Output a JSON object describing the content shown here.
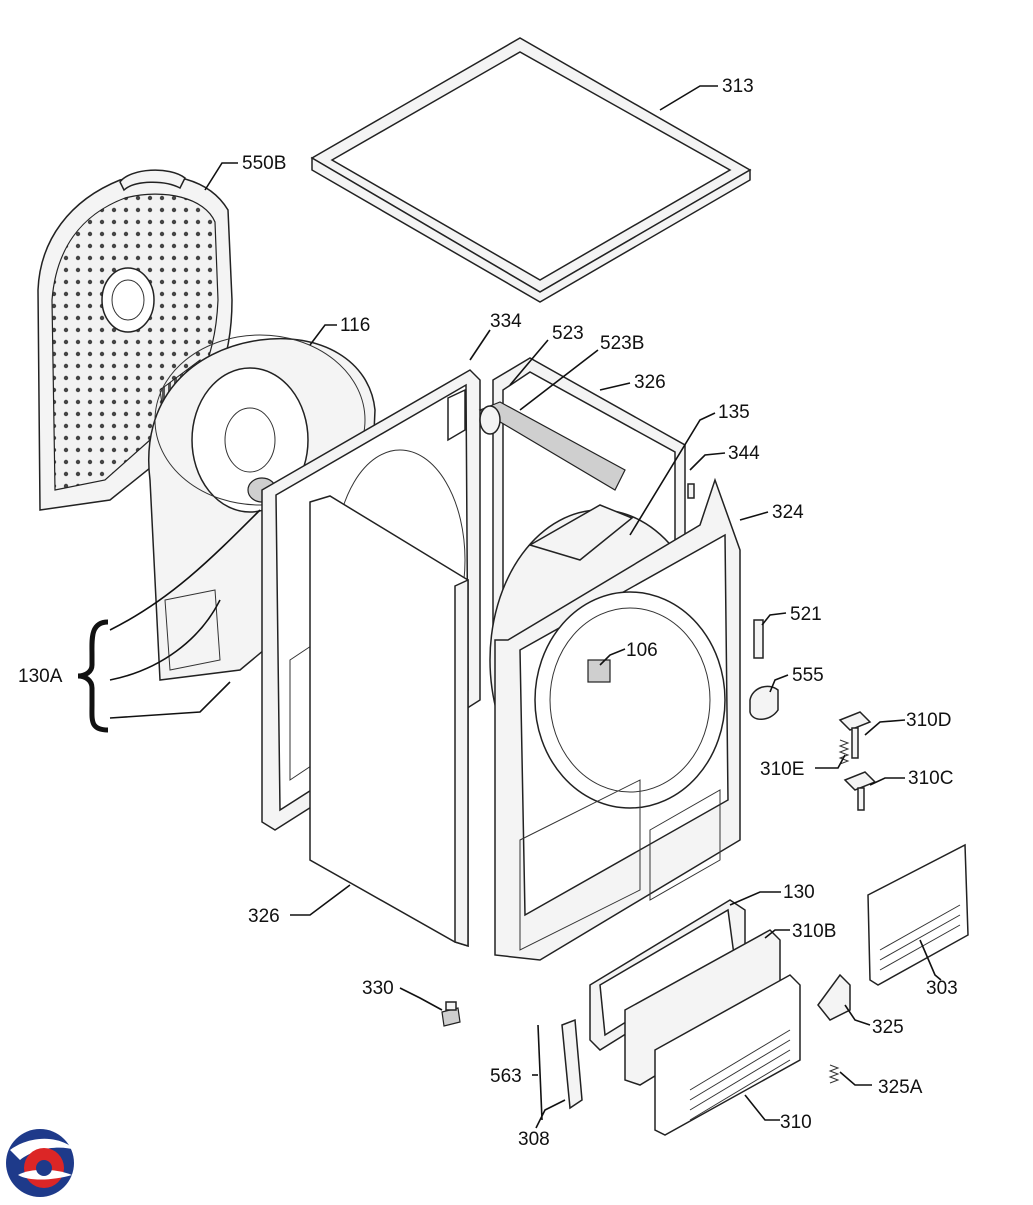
{
  "diagram": {
    "labels": [
      "313",
      "550B",
      "116",
      "334",
      "523",
      "523B",
      "326",
      "135",
      "344",
      "324",
      "521",
      "106",
      "555",
      "310D",
      "310E",
      "310C",
      "130A",
      "130",
      "310B",
      "303",
      "326",
      "325",
      "330",
      "563",
      "325A",
      "308",
      "310"
    ]
  },
  "logo": {
    "name": "brand-logo",
    "colors": [
      "#1e3a8a",
      "#dc2626"
    ]
  }
}
